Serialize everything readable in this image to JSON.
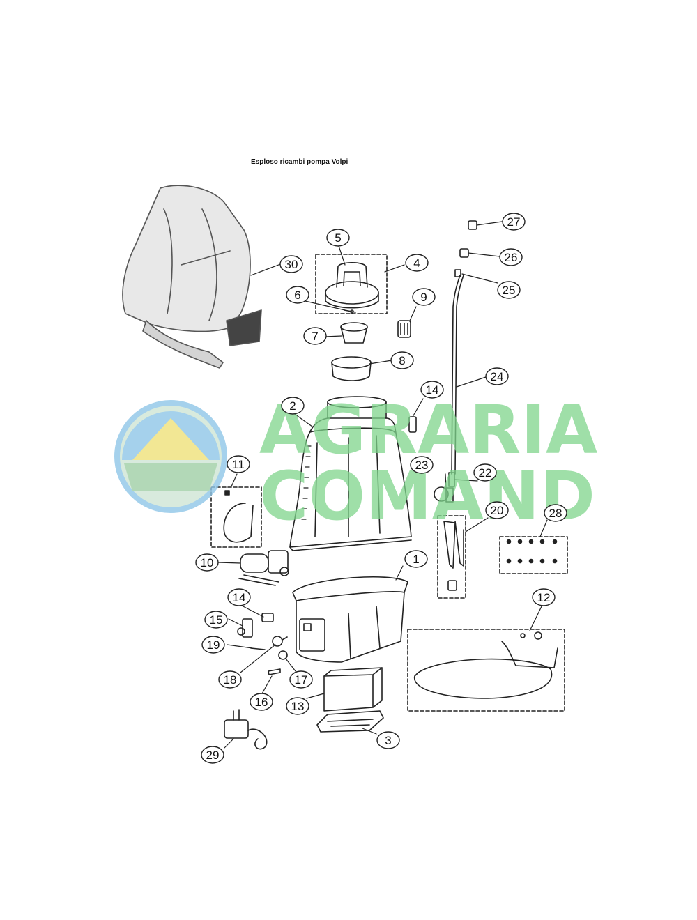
{
  "title": "Esploso ricambi pompa Volpi",
  "watermark": {
    "line1": "AGRARIA",
    "line2": "COMAND"
  },
  "labels": [
    "1",
    "2",
    "3",
    "4",
    "5",
    "6",
    "7",
    "8",
    "9",
    "10",
    "11",
    "12",
    "13",
    "14",
    "14",
    "15",
    "16",
    "17",
    "18",
    "19",
    "20",
    "22",
    "23",
    "24",
    "25",
    "26",
    "27",
    "28",
    "29",
    "30"
  ],
  "colors": {
    "line": "#222222",
    "watermark": "#7fd58c",
    "seal": "#8fc6e8"
  }
}
